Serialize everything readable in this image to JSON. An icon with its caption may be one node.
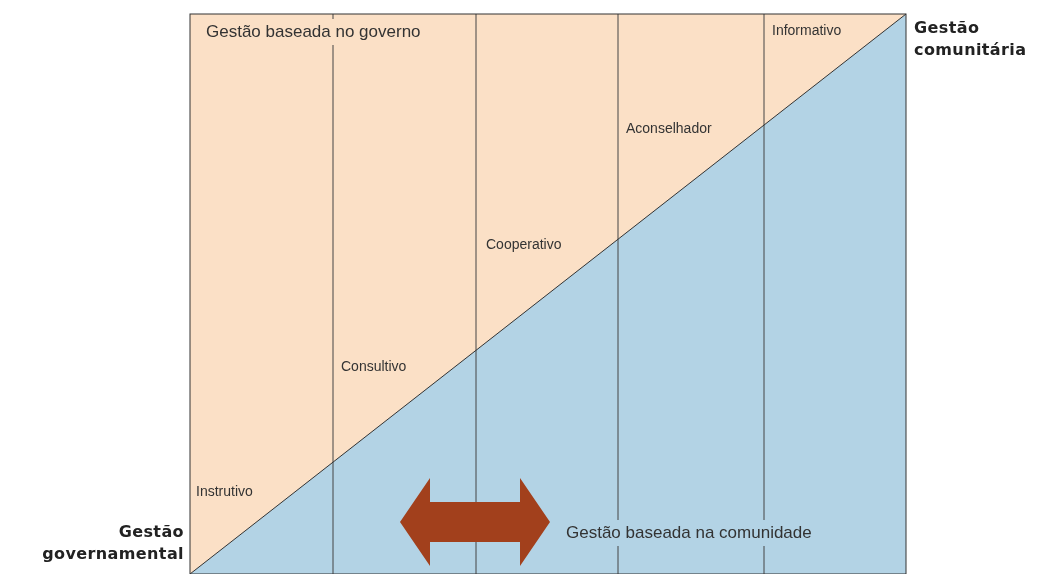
{
  "diagram": {
    "labels": [
      "Gestão baseada no governo",
      "Informativo",
      "Gestão comunitária",
      "Aconselhador",
      "Cooperativo",
      "Consultivo",
      "Instrutivo",
      "Gestão governamental",
      "Gestão baseada na comunidade"
    ]
  }
}
